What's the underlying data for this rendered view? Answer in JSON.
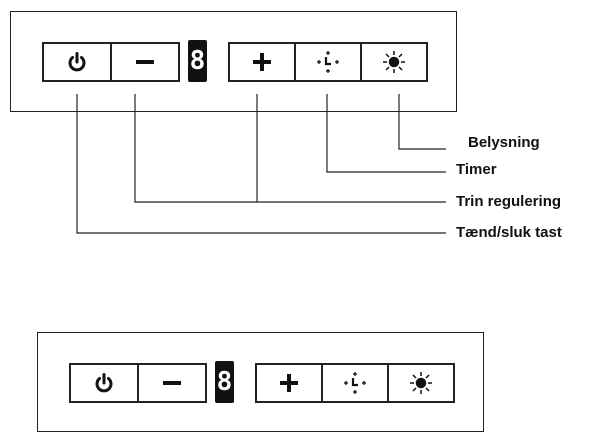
{
  "panels": [
    {
      "buttons": [
        {
          "id": "power",
          "icon": "power-icon"
        },
        {
          "id": "minus",
          "icon": "minus-icon"
        }
      ],
      "display": {
        "value": "8"
      },
      "buttons_right": [
        {
          "id": "plus",
          "icon": "plus-icon"
        },
        {
          "id": "timer",
          "icon": "timer-icon"
        },
        {
          "id": "light",
          "icon": "light-icon"
        }
      ]
    },
    {
      "display": {
        "value": "8"
      }
    }
  ],
  "callouts": {
    "light": "Belysning",
    "timer": "Timer",
    "level": "Trin regulering",
    "power": "Tænd/sluk tast"
  },
  "colors": {
    "line": "#222222",
    "display_bg": "#111111",
    "display_fg": "#ffffff"
  }
}
